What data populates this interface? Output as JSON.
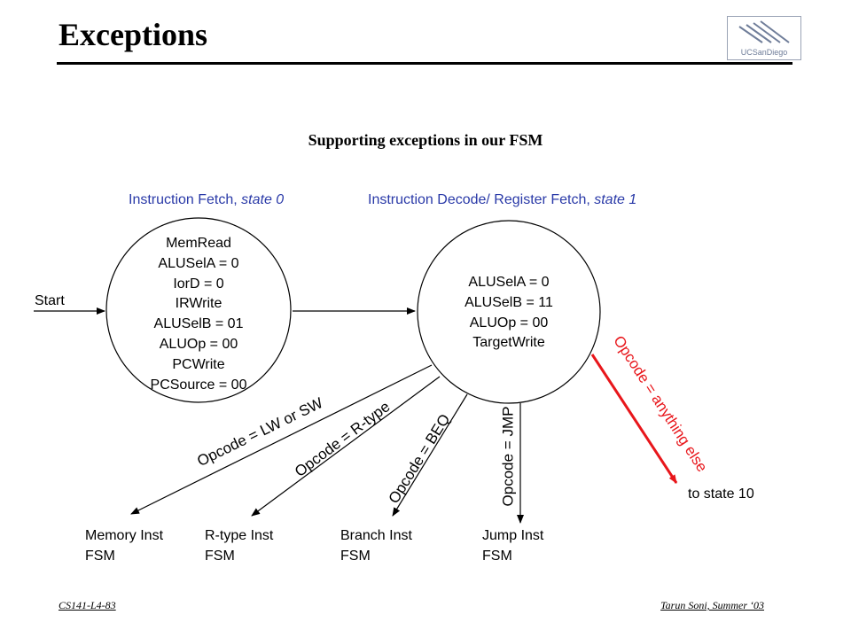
{
  "slide": {
    "title": "Exceptions",
    "subtitle": "Supporting exceptions in our FSM",
    "logo_text": "UCSanDiego"
  },
  "state0": {
    "label_prefix": "Instruction Fetch, ",
    "label_emph": "state 0",
    "signals": [
      "MemRead",
      "ALUSelA = 0",
      "IorD = 0",
      "IRWrite",
      "ALUSelB = 01",
      "ALUOp = 00",
      "PCWrite",
      "PCSource = 00"
    ]
  },
  "state1": {
    "label_prefix": "Instruction Decode/ Register Fetch, ",
    "label_emph": "state 1",
    "signals": [
      "ALUSelA = 0",
      "ALUSelB = 11",
      "ALUOp = 00",
      "TargetWrite"
    ]
  },
  "start_label": "Start",
  "transitions": {
    "lw_sw": "Opcode = LW or SW",
    "rtype": "Opcode = R-type",
    "beq": "Opcode = BEQ",
    "jmp": "Opcode = JMP",
    "exception": "Opcode = anything else"
  },
  "targets": {
    "memory": [
      "Memory Inst",
      "FSM"
    ],
    "rtype": [
      "R-type Inst",
      "FSM"
    ],
    "branch": [
      "Branch Inst",
      "FSM"
    ],
    "jump": [
      "Jump Inst",
      "FSM"
    ],
    "state10": "to state 10"
  },
  "footer": {
    "left": "CS141-L4-83",
    "right": "Tarun Soni, Summer ‘03"
  },
  "colors": {
    "label_blue": "#2a3aa8",
    "exception_red": "#e8161b"
  }
}
